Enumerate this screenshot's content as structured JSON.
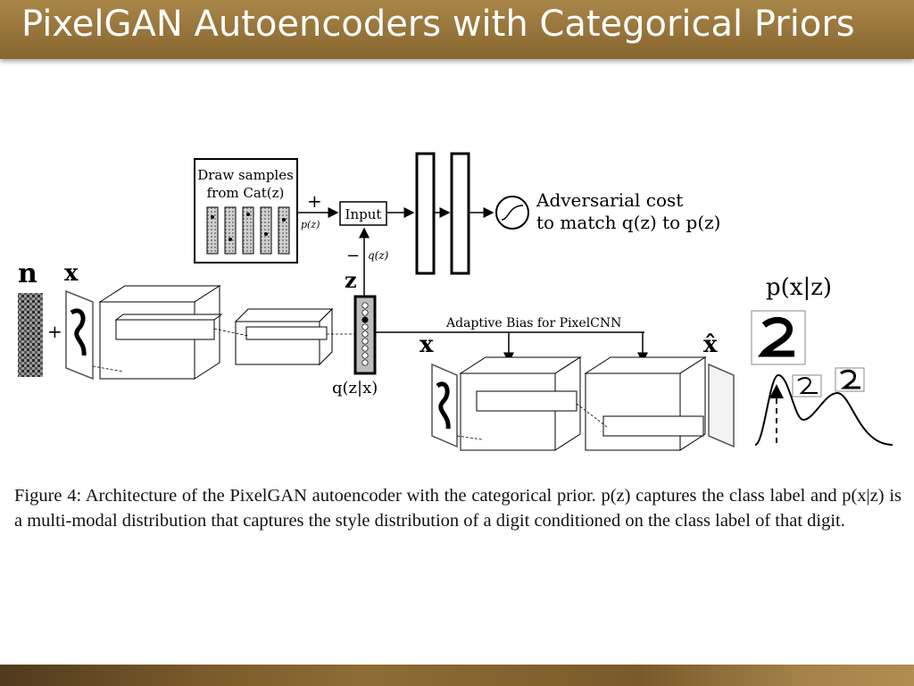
{
  "slide": {
    "title": "PixelGAN Autoencoders with Categorical Priors"
  },
  "figure": {
    "prior_box_line1": "Draw samples",
    "prior_box_line2": "from Cat(z)",
    "plus_sign": "+",
    "minus_sign": "−",
    "p_z_small": "p(z)",
    "q_z_small": "q(z)",
    "input_label": "Input",
    "adv_line1": "Adversarial cost",
    "adv_line2": "to match q(z) to p(z)",
    "noise_label": "n",
    "x_label": "x",
    "z_label": "z",
    "q_z_given_x": "q(z|x)",
    "adaptive_bias": "Adaptive Bias for PixelCNN",
    "x_label_2": "x",
    "x_hat": "x̂",
    "p_x_given_z": "p(x|z)"
  },
  "caption": {
    "text": "Figure 4: Architecture of the PixelGAN autoencoder with the categorical prior. p(z) captures the class label and p(x|z) is a multi-modal distribution that captures the style distribution of a digit conditioned on the class label of that digit."
  }
}
